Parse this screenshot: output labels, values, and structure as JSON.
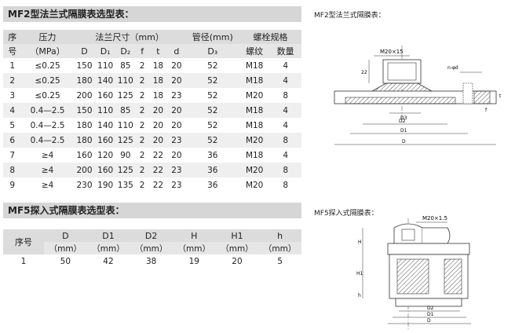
{
  "mf2": {
    "title": "MF2型法兰式隔膜表选型表：",
    "headers": {
      "seq": [
        "序",
        "号"
      ],
      "pressure": "压力",
      "pressure_unit": "（MPa）",
      "flange": "法兰尺寸（mm）",
      "pipe": "管径(mm)",
      "bolt": "螺栓规格",
      "D": "D",
      "D1": "D₁",
      "D2": "D₂",
      "f": "f",
      "t": "t",
      "d": "d",
      "D3": "D₃",
      "nut": "螺纹",
      "qty": "数量"
    },
    "rows": [
      [
        "1",
        "≤0.25",
        "150",
        "110",
        "85",
        "2",
        "18",
        "20",
        "52",
        "M18",
        "4"
      ],
      [
        "2",
        "≤0.25",
        "180",
        "140",
        "110",
        "2",
        "18",
        "20",
        "52",
        "M18",
        "4"
      ],
      [
        "3",
        "≤0.25",
        "200",
        "160",
        "125",
        "2",
        "18",
        "23",
        "52",
        "M20",
        "8"
      ],
      [
        "4",
        "0.4—2.5",
        "150",
        "110",
        "85",
        "2",
        "20",
        "20",
        "52",
        "M18",
        "4"
      ],
      [
        "5",
        "0.4—2.5",
        "180",
        "140",
        "110",
        "2",
        "20",
        "20",
        "52",
        "M18",
        "4"
      ],
      [
        "6",
        "0.4—2.5",
        "180",
        "160",
        "125",
        "2",
        "20",
        "23",
        "52",
        "M20",
        "8"
      ],
      [
        "7",
        "≥4",
        "160",
        "120",
        "90",
        "2",
        "22",
        "20",
        "36",
        "M18",
        "4"
      ],
      [
        "8",
        "≥4",
        "200",
        "160",
        "125",
        "2",
        "22",
        "23",
        "36",
        "M20",
        "8"
      ],
      [
        "9",
        "≥4",
        "230",
        "190",
        "135",
        "2",
        "22",
        "23",
        "36",
        "M20",
        "8"
      ]
    ],
    "diagram": {
      "title": "MF2型法兰式隔膜表：",
      "labels": {
        "thread": "M20×15",
        "holes": "n-φd",
        "h": "22",
        "t": "t",
        "f": "f",
        "D3": "D3",
        "D2": "D2",
        "D1": "D1",
        "D": "D"
      }
    }
  },
  "mf5": {
    "title": "MF5探入式隔膜表选型表：",
    "headers": [
      "序号",
      "D",
      "D1",
      "D2",
      "H",
      "H1",
      "h"
    ],
    "units": [
      "",
      "（mm）",
      "（mm）",
      "（mm）",
      "（mm）",
      "（mm）",
      "（mm）"
    ],
    "rows": [
      [
        "1",
        "50",
        "42",
        "38",
        "19",
        "20",
        "5"
      ]
    ],
    "diagram": {
      "title": "MF5探入式隔膜表：",
      "labels": {
        "thread": "M20×1.5",
        "H": "H",
        "H1": "H1",
        "h": "h",
        "D2": "D2",
        "D1": "D1",
        "D": "D"
      }
    }
  }
}
